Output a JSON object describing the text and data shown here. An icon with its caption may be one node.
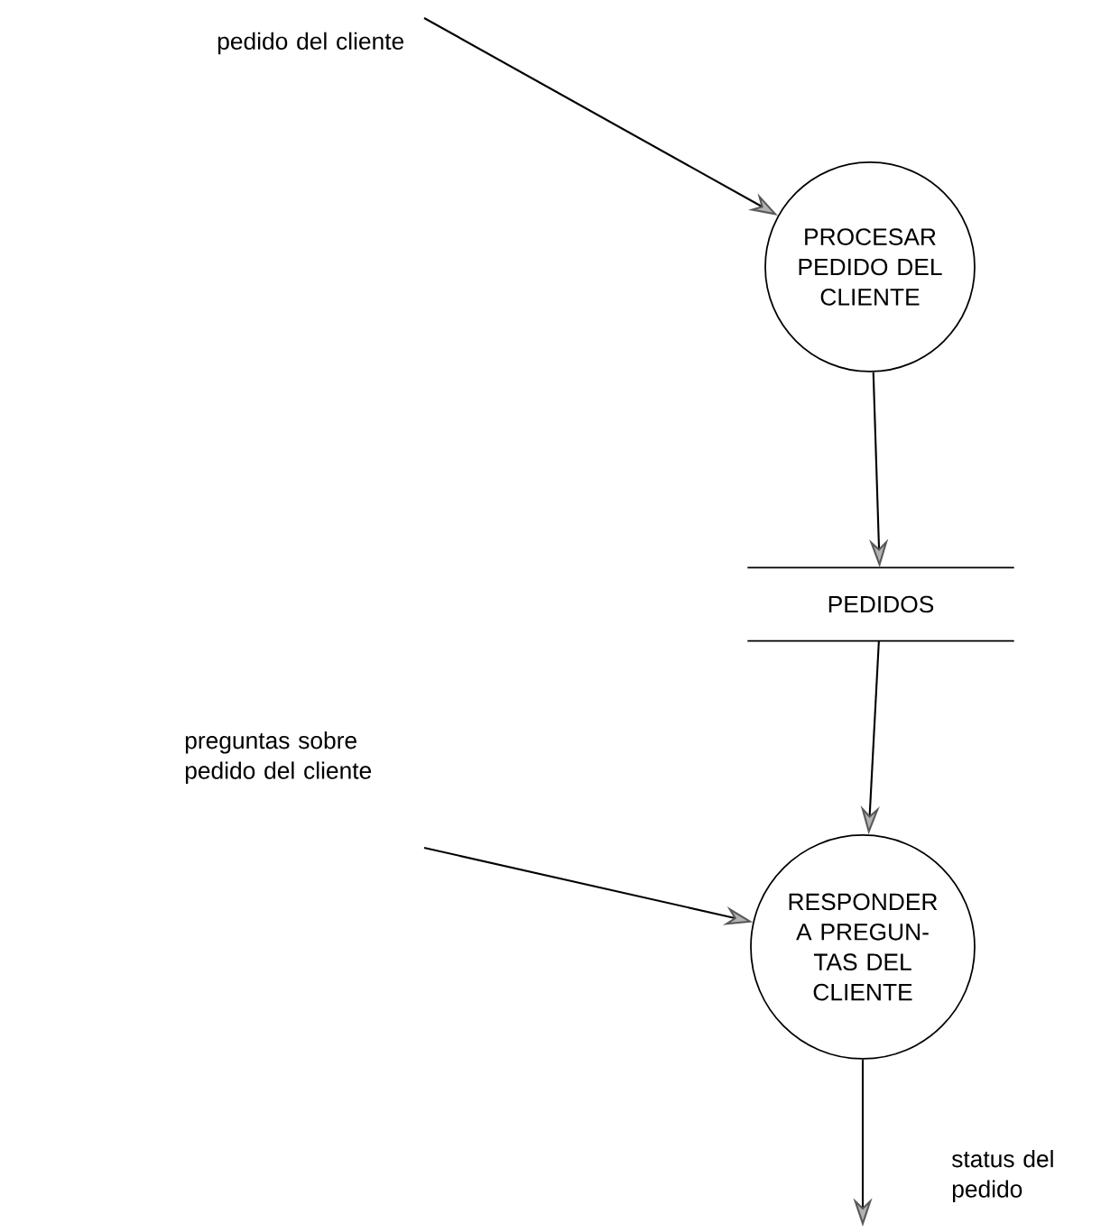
{
  "diagram": {
    "nodes": [
      {
        "text": [
          "PROCESAR PEDIDO DEL CLIENTE"
        ]
      },
      {
        "text": [
          "PEDIDOS"
        ]
      },
      {
        "text": [
          "RESPONDER A PREGUN- TAS DEL CLIENTE"
        ]
      }
    ],
    "edges": [
      {
        "from": null,
        "to": 0,
        "arrow": "to",
        "label": "pedido del cliente"
      },
      {
        "from": 0,
        "to": 1,
        "arrow": "to"
      },
      {
        "from": 1,
        "to": 2,
        "arrow": "to"
      },
      {
        "from": null,
        "to": 2,
        "arrow": "to",
        "label": "preguntas sobre pedido del cliente"
      },
      {
        "from": 2,
        "to": null,
        "arrow": "to",
        "label": "status del pedido"
      }
    ]
  }
}
